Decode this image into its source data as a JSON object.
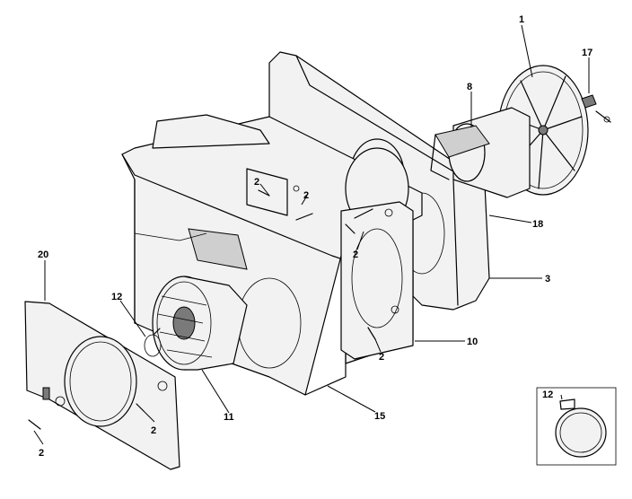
{
  "callouts": {
    "c1": "1",
    "c17": "17",
    "c8": "8",
    "c18": "18",
    "c3": "3",
    "c2a": "2",
    "c2b": "2",
    "c2c": "2",
    "c2d": "2",
    "c2e": "2",
    "c2f": "2",
    "c20": "20",
    "c12": "12",
    "c11": "11",
    "c15": "15",
    "c10": "10",
    "c12_inset": "12"
  }
}
